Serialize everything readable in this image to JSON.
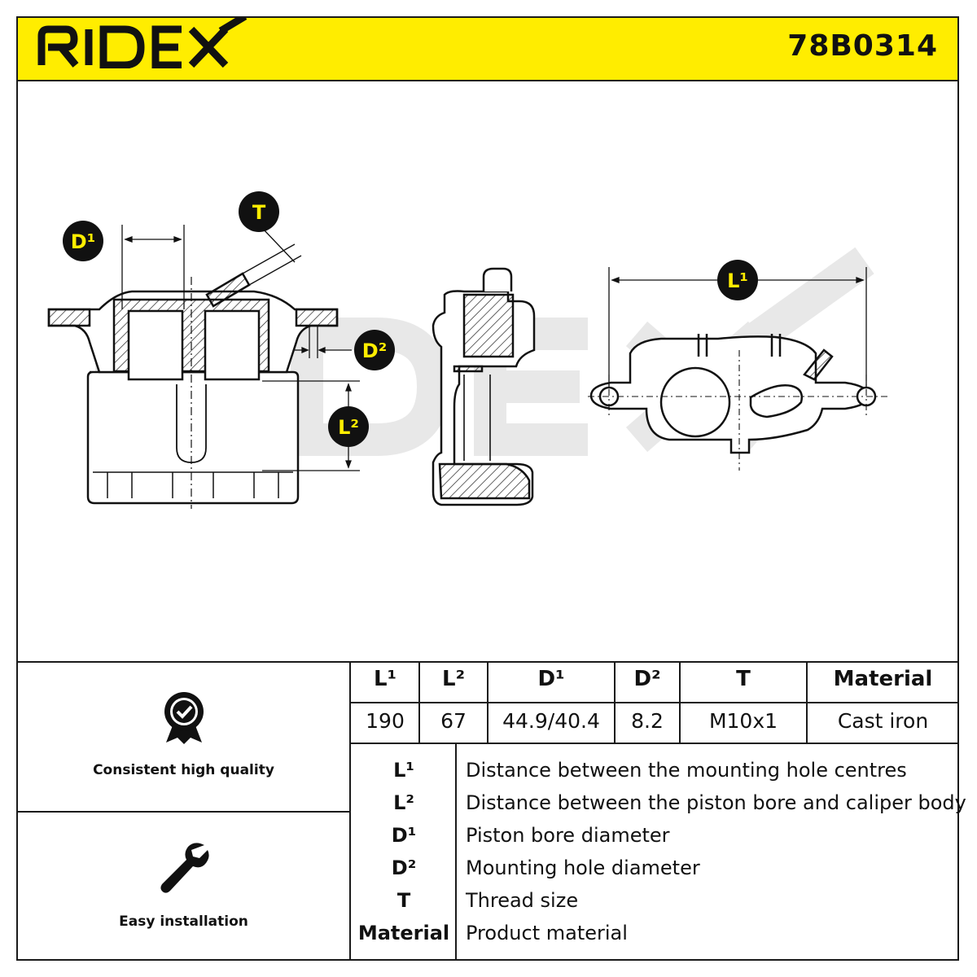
{
  "brand": {
    "logo_text": "RIDEX",
    "part_number": "78B0314",
    "header_color": "#ffed00"
  },
  "drawing": {
    "callouts": {
      "d1": "D¹",
      "d2": "D²",
      "l1": "L¹",
      "l2": "L²",
      "t": "T"
    },
    "watermark": "RIDEX"
  },
  "features": [
    {
      "icon": "quality-badge-icon",
      "label": "Consistent high quality"
    },
    {
      "icon": "wrench-icon",
      "label": "Easy installation"
    }
  ],
  "specs": {
    "headers": [
      "L¹",
      "L²",
      "D¹",
      "D²",
      "T",
      "Material"
    ],
    "values": [
      "190",
      "67",
      "44.9/40.4",
      "8.2",
      "M10x1",
      "Cast iron"
    ]
  },
  "legend": [
    {
      "key": "L¹",
      "desc": "Distance between the mounting hole centres"
    },
    {
      "key": "L²",
      "desc": "Distance between the piston bore and caliper body"
    },
    {
      "key": "D¹",
      "desc": "Piston bore diameter"
    },
    {
      "key": "D²",
      "desc": "Mounting hole diameter"
    },
    {
      "key": "T",
      "desc": "Thread size"
    },
    {
      "key": "Material",
      "desc": "Product material"
    }
  ]
}
